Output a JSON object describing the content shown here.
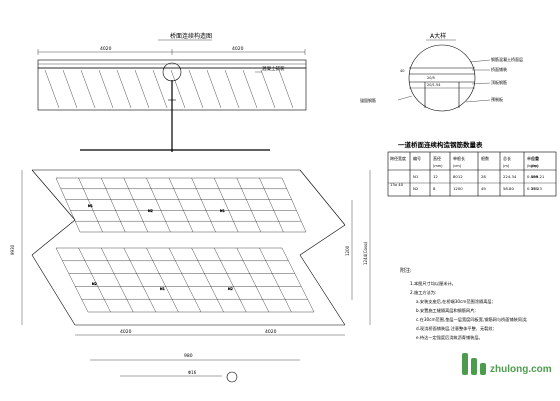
{
  "elevation": {
    "title": "桥面连续构造图",
    "dim_left": "4020",
    "dim_right": "4020",
    "label_deck": "混凝土铺装"
  },
  "detail_a": {
    "title": "A大样",
    "callouts": [
      "钢筋混凝土桥面层",
      "桥面铺装",
      "顶板钢筋",
      "预制板"
    ],
    "dims": [
      "20/5",
      "40",
      "20/1.54"
    ],
    "note": "锚固钢筋"
  },
  "table": {
    "title": "一道桥面连续构造钢筋数量表",
    "headers": [
      "编号",
      "直径",
      "单根长",
      "根数",
      "总长",
      "单位重",
      "总重"
    ],
    "units": [
      "",
      "(mm)",
      "(cm)",
      "",
      "(m)",
      "(kg/m)",
      "(kg)"
    ],
    "rows": [
      [
        "N1",
        "12",
        "8012",
        "28",
        "224.34",
        "0.888",
        "199.21"
      ],
      [
        "N2",
        "8",
        "1200",
        "49",
        "58.80",
        "0.395",
        "23.23"
      ]
    ],
    "row_label": "13x 40"
  },
  "plan": {
    "dim_vertical_left": "9930",
    "dim_vertical_right": "1200",
    "dim_vertical_right2": "1244(Cosα)",
    "dim_bottom_left": "4020",
    "dim_bottom_right": "4020",
    "dim_bottom_total": "980",
    "bottom_label": "Φ16",
    "bar_labels": [
      "N1",
      "N2"
    ]
  },
  "notes": {
    "heading": "附注:",
    "items": [
      "1.本图尺寸均以厘米计。",
      "2.施工方法为:",
      "a.安装支座后,在桥端30cm范围涂隔离层;",
      "b.安置施工缝隔离层和钢筋网片;",
      "c.在30cm范围,垫层一层宽度同板宽,钢筋网与桥面铺装同浇;",
      "d.现浇桥面铺装层,注意整体平整、无裂纹;",
      "e.待达一定强度后浇筑沥青铺装层。"
    ]
  },
  "watermark": "zhulong.com"
}
